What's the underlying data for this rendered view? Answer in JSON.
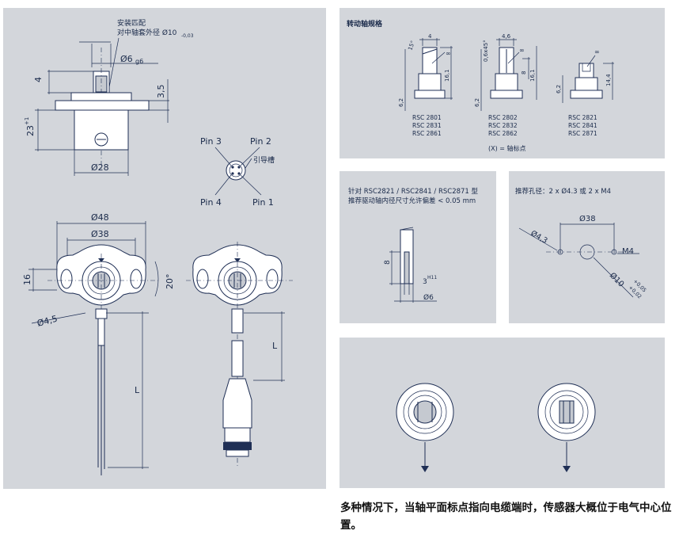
{
  "left_panel": {
    "fit_note_line1": "安装匹配",
    "fit_note_line2": "对中轴套外径 Ø10",
    "fit_note_tol": "-0,03",
    "dim_shaft_dia": "Ø6",
    "dim_shaft_fit": "g6",
    "dim_4": "4",
    "dim_3_5": "3,5",
    "dim_23": "23",
    "dim_23_tol": "+1",
    "dim_28": "Ø28",
    "pin3": "Pin 3",
    "pin2": "Pin 2",
    "pin4": "Pin 4",
    "pin1": "Pin 1",
    "guide_groove": "引导槽",
    "dim_48": "Ø48",
    "dim_38": "Ø38",
    "dim_16": "16",
    "dim_20deg": "20°",
    "dim_4_5": "Ø4,5",
    "dim_L": "L",
    "dim_L2": "L"
  },
  "shaft_panel": {
    "title": "转动轴规格",
    "g1": {
      "a": "4",
      "b": "15°",
      "c": "6,2",
      "d": "16,1",
      "inf": "∞",
      "models": [
        "RSC 2801",
        "RSC 2831",
        "RSC 2861"
      ]
    },
    "g2": {
      "a": "4,6",
      "b": "0,6x45°",
      "c": "6,2",
      "d": "8",
      "e": "16,1",
      "inf": "∞",
      "models": [
        "RSC 2802",
        "RSC 2832",
        "RSC 2862"
      ]
    },
    "g3": {
      "c": "6,2",
      "d": "14,4",
      "inf": "∞",
      "models": [
        "RSC 2821",
        "RSC 2841",
        "RSC 2871"
      ]
    },
    "legend": "(X) = 轴标点"
  },
  "coupling_panel": {
    "line1": "针对 RSC2821 / RSC2841 / RSC2871 型",
    "line2": "推荐驱动轴内径尺寸允许偏差 < 0.05 mm",
    "dim_8": "8",
    "dim_3": "3",
    "dim_H11": "H11",
    "dim_6": "Ø6"
  },
  "mount_panel": {
    "title": "推荐孔径：2 x Ø4.3 或 2 x M4",
    "dim_38": "Ø38",
    "dim_4_3": "Ø4,3",
    "dim_M4": "M4",
    "dim_10": "Ø10",
    "tol_plus": "+0,05",
    "tol_minus": "+0,02"
  },
  "bottom_note": "多种情况下，当轴平面标点指向电缆端时，传感器大概位于电气中心位置。"
}
